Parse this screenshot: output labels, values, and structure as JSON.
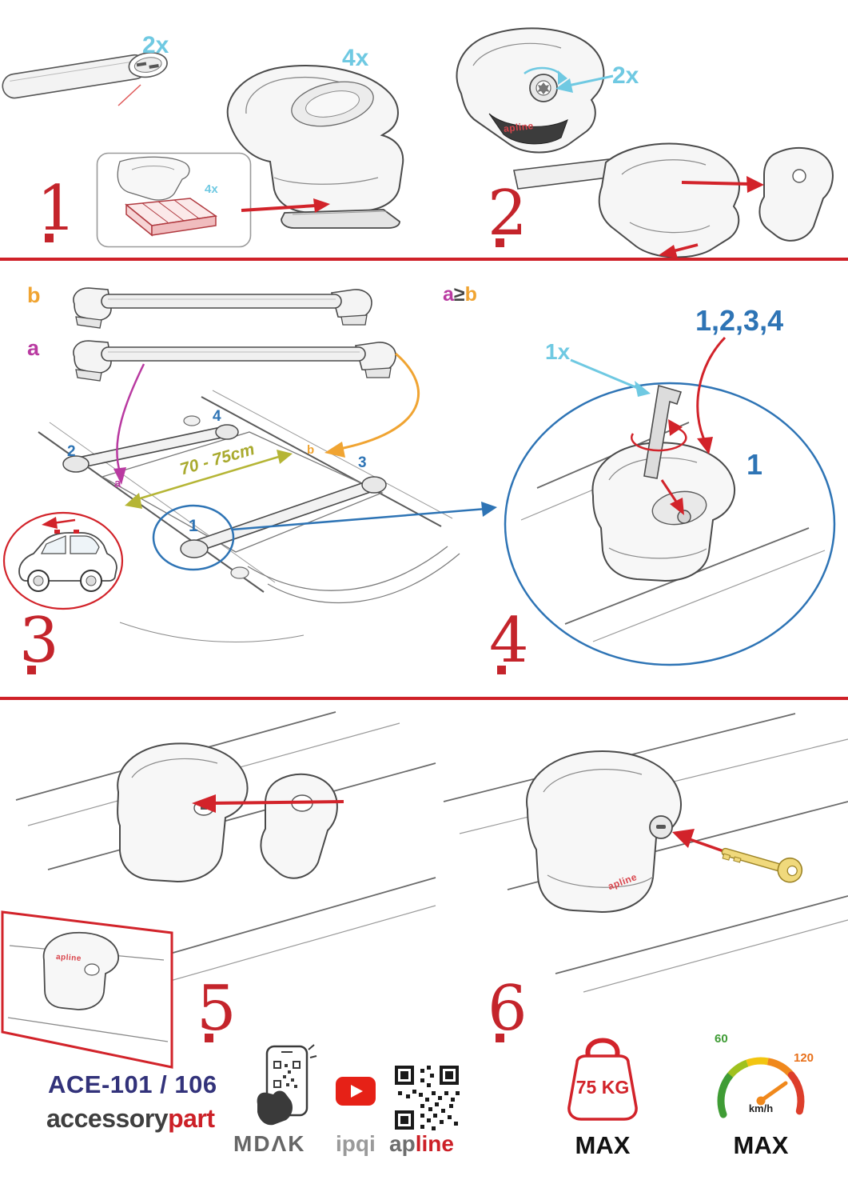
{
  "page": {
    "title": "Roof rack cross bar installation instructions"
  },
  "colors": {
    "accent_red": "#cf2128",
    "quantity_cyan": "#6fc9e2",
    "position_blue": "#2e74b5",
    "bar_a_magenta": "#b93aa1",
    "bar_b_orange": "#f0a432",
    "dimension_olive": "#a9aa2e",
    "model_navy": "#32327a"
  },
  "steps": {
    "s1": {
      "num": "1",
      "bar_qty": "2x",
      "foot_qty": "4x",
      "pad_qty": "4x"
    },
    "s2": {
      "num": "2",
      "screw_qty": "2x"
    },
    "s3": {
      "num": "3",
      "bar_b_label": "b",
      "bar_a_label": "a",
      "rule_a": "a",
      "rule_op": "≥",
      "rule_b": "b",
      "dimension": "70 - 75cm",
      "pos_1": "1",
      "pos_2": "2",
      "pos_3": "3",
      "pos_4": "4",
      "roof_a": "a",
      "roof_b": "b"
    },
    "s4": {
      "num": "4",
      "tool_qty": "1x",
      "sequence": "1,2,3,4",
      "first_pos": "1"
    },
    "s5": {
      "num": "5"
    },
    "s6": {
      "num": "6"
    }
  },
  "product_brand": "apline",
  "footer": {
    "model": "ACE-101 / 106",
    "brand_primary": "accessory",
    "brand_secondary": "part",
    "logo_mdak": "MDΛK",
    "logo_ipqi": "ipqi",
    "logo_apline_gray": "ap",
    "logo_apline_red": "line",
    "max_load": "75 KG",
    "max_load_label": "MAX",
    "speed_60": "60",
    "speed_120": "120",
    "speed_unit": "km/h",
    "speed_max_label": "MAX"
  }
}
